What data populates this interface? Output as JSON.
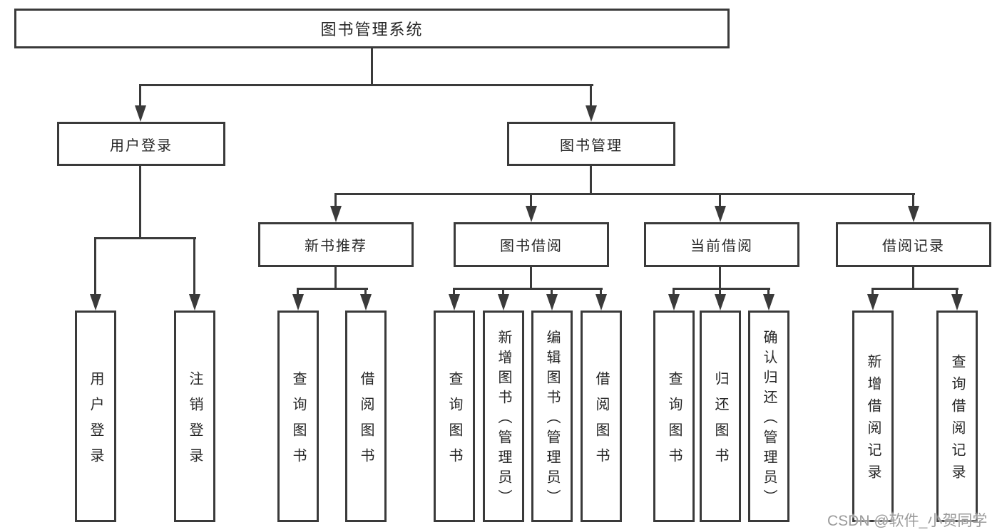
{
  "diagram": {
    "watermark": "CSDN @软件_小贺同学",
    "colors": {
      "line": "#3a3a3a",
      "box_border": "#3a3a3a",
      "text": "#262626",
      "watermark": "#9b9b9b",
      "background": "#ffffff"
    },
    "nodes": {
      "root": {
        "label": "图书管理系统"
      },
      "user_login": {
        "label": "用户登录",
        "children": [
          {
            "label": "用户登录"
          },
          {
            "label": "注销登录"
          }
        ]
      },
      "book_mgmt": {
        "label": "图书管理",
        "children": [
          {
            "label": "新书推荐",
            "children": [
              {
                "label": "查询图书"
              },
              {
                "label": "借阅图书"
              }
            ]
          },
          {
            "label": "图书借阅",
            "children": [
              {
                "label": "查询图书"
              },
              {
                "label": "新增图书（管理员）"
              },
              {
                "label": "编辑图书（管理员）"
              },
              {
                "label": "借阅图书"
              }
            ]
          },
          {
            "label": "当前借阅",
            "children": [
              {
                "label": "查询图书"
              },
              {
                "label": "归还图书"
              },
              {
                "label": "确认归还（管理员）"
              }
            ]
          },
          {
            "label": "借阅记录",
            "children": [
              {
                "label": "新增借阅记录"
              },
              {
                "label": "查询借阅记录"
              }
            ]
          }
        ]
      }
    }
  }
}
